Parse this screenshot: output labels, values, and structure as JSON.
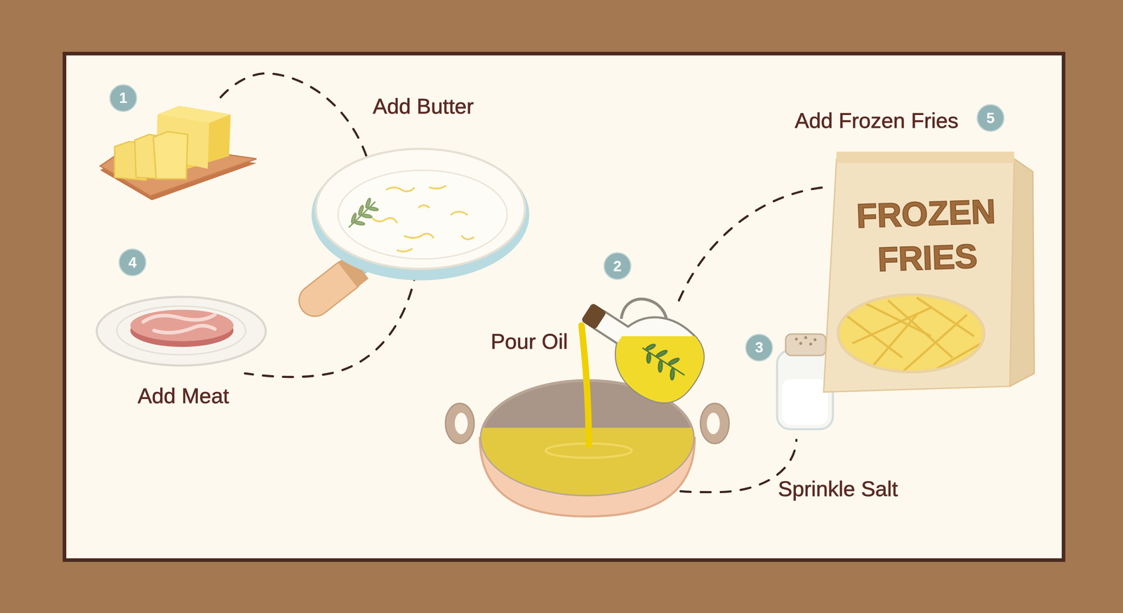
{
  "diagram": {
    "nodes": [
      {
        "text": [
          "FROZEN FRIES"
        ]
      }
    ],
    "labels": [
      "1",
      "Add Butter",
      "Add Frozen Fries",
      "5",
      "4",
      "2",
      "Pour Oil",
      "3",
      "Add Meat",
      "Sprinkle Salt"
    ]
  }
}
